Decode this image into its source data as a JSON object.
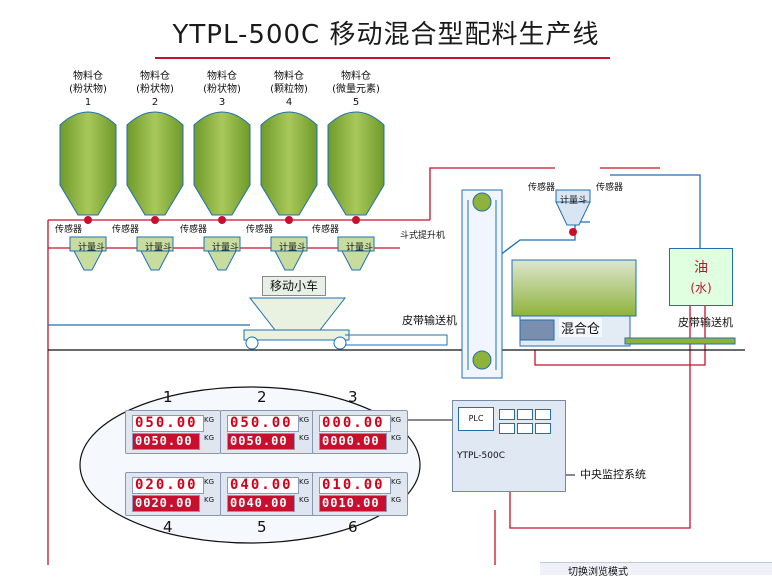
{
  "title": "YTPL-500C 移动混合型配料生产线",
  "silos": [
    {
      "label": "物料仓",
      "sub": "(粉状物)",
      "num": "1"
    },
    {
      "label": "物料仓",
      "sub": "(粉状物)",
      "num": "2"
    },
    {
      "label": "物料仓",
      "sub": "(粉状物)",
      "num": "3"
    },
    {
      "label": "物料仓",
      "sub": "(颗粒物)",
      "num": "4"
    },
    {
      "label": "物料仓",
      "sub": "(微量元素)",
      "num": "5"
    }
  ],
  "sensor_label": "传感器",
  "meter_label": "计量斗",
  "cart_label": "移动小车",
  "elevator_label": "斗式提升机",
  "conveyor_left": "皮带输送机",
  "conveyor_right": "皮带输送机",
  "mixer_label": "混合仓",
  "oil": {
    "line1": "油",
    "line2": "(水)"
  },
  "control_label": "中央监控系统",
  "cabinet": {
    "screen": "PLC",
    "model": "YTPL-500C"
  },
  "panels": [
    {
      "num": "1",
      "top": "050.00",
      "bot": "0050.00",
      "unit": "KG"
    },
    {
      "num": "2",
      "top": "050.00",
      "bot": "0050.00",
      "unit": "KG"
    },
    {
      "num": "3",
      "top": "000.00",
      "bot": "0000.00",
      "unit": "KG"
    },
    {
      "num": "4",
      "top": "020.00",
      "bot": "0020.00",
      "unit": "KG"
    },
    {
      "num": "5",
      "top": "040.00",
      "bot": "0040.00",
      "unit": "KG"
    },
    {
      "num": "6",
      "top": "010.00",
      "bot": "0010.00",
      "unit": "KG"
    }
  ],
  "taskbar": {
    "text": "切换浏览模式"
  },
  "colors": {
    "pipe_red": "#c8102e",
    "line_blue": "#1f6fb2",
    "silo_green": "#8fb33a",
    "panel_bg": "#dfe6f0"
  }
}
